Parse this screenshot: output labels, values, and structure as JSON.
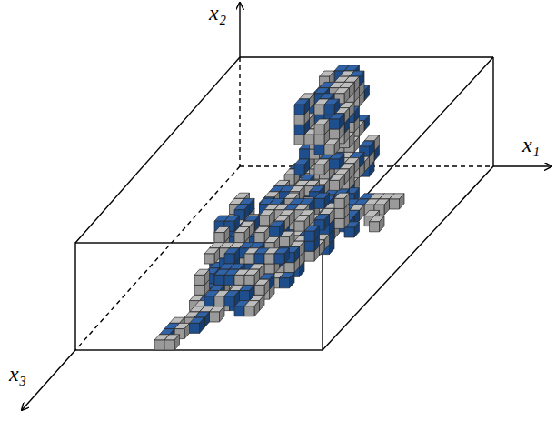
{
  "diagram": {
    "labels": [
      "x₂",
      "x₁",
      "x₃"
    ]
  }
}
